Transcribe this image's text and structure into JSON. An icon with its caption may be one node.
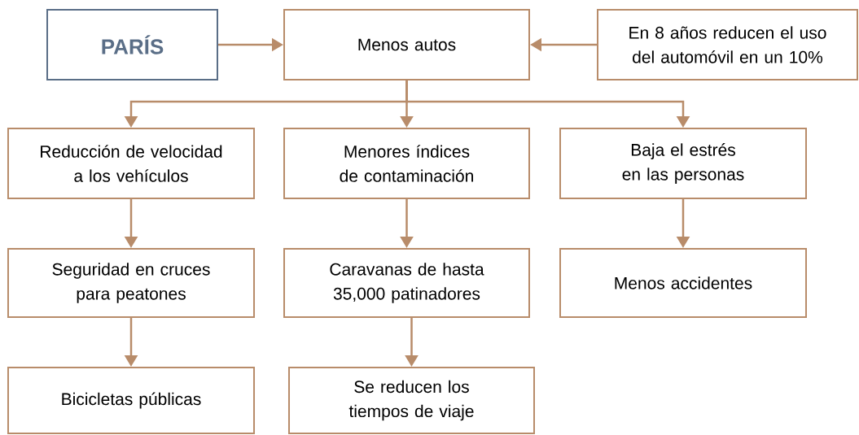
{
  "diagram": {
    "nodes": [
      {
        "text": [
          "PARÍS"
        ]
      },
      {
        "text": [
          "Menos autos"
        ]
      },
      {
        "text": [
          "En 8 años reducen el uso del automóvil en un 10%"
        ]
      },
      {
        "text": [
          "Reducción de velocidad a los vehículos"
        ]
      },
      {
        "text": [
          "Menores índices de contaminación"
        ]
      },
      {
        "text": [
          "Baja el estrés en las personas"
        ]
      },
      {
        "text": [
          "Seguridad en cruces para peatones"
        ]
      },
      {
        "text": [
          "Caravanas de hasta 35,000 patinadores"
        ]
      },
      {
        "text": [
          "Menos accidentes"
        ]
      },
      {
        "text": [
          "Bicicletas públicas"
        ]
      },
      {
        "text": [
          "Se reducen los tiempos de viaje"
        ]
      }
    ],
    "edges": [
      {
        "from": 0,
        "to": 1,
        "arrow": "to"
      },
      {
        "from": 2,
        "to": 1,
        "arrow": "to"
      },
      {
        "from": 1,
        "to": 3,
        "arrow": "to"
      },
      {
        "from": 1,
        "to": 4,
        "arrow": "to"
      },
      {
        "from": 1,
        "to": 5,
        "arrow": "to"
      },
      {
        "from": 3,
        "to": 6,
        "arrow": "to"
      },
      {
        "from": 6,
        "to": 9,
        "arrow": "to"
      },
      {
        "from": 4,
        "to": 7,
        "arrow": "to"
      },
      {
        "from": 7,
        "to": 10,
        "arrow": "to"
      },
      {
        "from": 5,
        "to": 8,
        "arrow": "to"
      }
    ]
  }
}
